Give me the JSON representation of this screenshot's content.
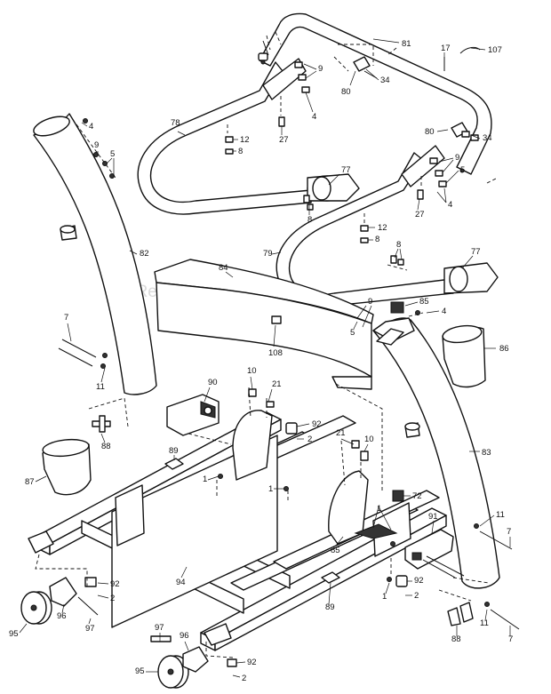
{
  "watermark": "eReplacementParts.com",
  "callouts": [
    {
      "id": "c81",
      "label": "81"
    },
    {
      "id": "c17",
      "label": "17"
    },
    {
      "id": "c107",
      "label": "107"
    },
    {
      "id": "c9a",
      "label": "9"
    },
    {
      "id": "c4a",
      "label": "4"
    },
    {
      "id": "c80a",
      "label": "80"
    },
    {
      "id": "c34a",
      "label": "34"
    },
    {
      "id": "c78",
      "label": "78"
    },
    {
      "id": "c27a",
      "label": "27"
    },
    {
      "id": "c12a",
      "label": "12"
    },
    {
      "id": "c8a",
      "label": "8"
    },
    {
      "id": "c4b",
      "label": "4"
    },
    {
      "id": "c9b",
      "label": "9"
    },
    {
      "id": "c5a",
      "label": "5"
    },
    {
      "id": "c80b",
      "label": "80"
    },
    {
      "id": "c34b",
      "label": "34"
    },
    {
      "id": "c9c",
      "label": "9"
    },
    {
      "id": "c5b",
      "label": "5"
    },
    {
      "id": "c77a",
      "label": "77"
    },
    {
      "id": "c8b",
      "label": "8"
    },
    {
      "id": "c27b",
      "label": "27"
    },
    {
      "id": "c4c",
      "label": "4"
    },
    {
      "id": "c82",
      "label": "82"
    },
    {
      "id": "c12b",
      "label": "12"
    },
    {
      "id": "c8c",
      "label": "8"
    },
    {
      "id": "c79",
      "label": "79"
    },
    {
      "id": "c8d",
      "label": "8"
    },
    {
      "id": "c77b",
      "label": "77"
    },
    {
      "id": "c84",
      "label": "84"
    },
    {
      "id": "c85a",
      "label": "85"
    },
    {
      "id": "c9d",
      "label": "9"
    },
    {
      "id": "c4d",
      "label": "4"
    },
    {
      "id": "c5c",
      "label": "5"
    },
    {
      "id": "c7a",
      "label": "7"
    },
    {
      "id": "c86",
      "label": "86"
    },
    {
      "id": "c108",
      "label": "108"
    },
    {
      "id": "c11a",
      "label": "11"
    },
    {
      "id": "c90",
      "label": "90"
    },
    {
      "id": "c10a",
      "label": "10"
    },
    {
      "id": "c21a",
      "label": "21"
    },
    {
      "id": "c88a",
      "label": "88"
    },
    {
      "id": "c92a",
      "label": "92"
    },
    {
      "id": "c2a",
      "label": "2"
    },
    {
      "id": "c21b",
      "label": "21"
    },
    {
      "id": "c10b",
      "label": "10"
    },
    {
      "id": "c89a",
      "label": "89"
    },
    {
      "id": "c83",
      "label": "83"
    },
    {
      "id": "c87",
      "label": "87"
    },
    {
      "id": "c1a",
      "label": "1"
    },
    {
      "id": "c1b",
      "label": "1"
    },
    {
      "id": "c72",
      "label": "72"
    },
    {
      "id": "c1c",
      "label": "1"
    },
    {
      "id": "c91",
      "label": "91"
    },
    {
      "id": "c11b",
      "label": "11"
    },
    {
      "id": "c7b",
      "label": "7"
    },
    {
      "id": "c85b",
      "label": "85"
    },
    {
      "id": "c94",
      "label": "94"
    },
    {
      "id": "c92b",
      "label": "92"
    },
    {
      "id": "c2b",
      "label": "2"
    },
    {
      "id": "c1d",
      "label": "1"
    },
    {
      "id": "c92c",
      "label": "92"
    },
    {
      "id": "c2c",
      "label": "2"
    },
    {
      "id": "c89b",
      "label": "89"
    },
    {
      "id": "c96a",
      "label": "96"
    },
    {
      "id": "c95a",
      "label": "95"
    },
    {
      "id": "c97a",
      "label": "97"
    },
    {
      "id": "c97b",
      "label": "97"
    },
    {
      "id": "c96b",
      "label": "96"
    },
    {
      "id": "c92d",
      "label": "92"
    },
    {
      "id": "c2d",
      "label": "2"
    },
    {
      "id": "c95b",
      "label": "95"
    },
    {
      "id": "c88b",
      "label": "88"
    },
    {
      "id": "c11c",
      "label": "11"
    },
    {
      "id": "c7c",
      "label": "7"
    }
  ]
}
